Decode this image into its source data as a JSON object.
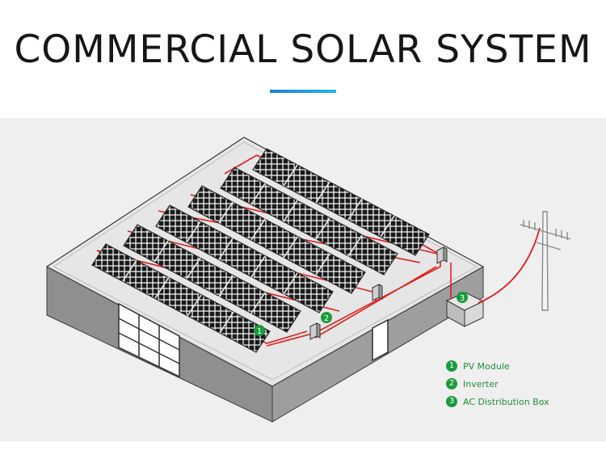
{
  "header": {
    "title": "COMMERCIAL SOLAR SYSTEM"
  },
  "colors": {
    "accent_start": "#1e7fd6",
    "accent_end": "#1fb6ea",
    "wire": "#e0201f",
    "marker": "#1a9b3c"
  },
  "markers": [
    {
      "number": "1",
      "component": "pv-module"
    },
    {
      "number": "2",
      "component": "inverter"
    },
    {
      "number": "3",
      "component": "ac-distribution-box"
    }
  ],
  "legend": {
    "items": [
      {
        "number": "1",
        "label": "PV Module"
      },
      {
        "number": "2",
        "label": "Inverter"
      },
      {
        "number": "3",
        "label": "AC Distribution Box"
      }
    ]
  }
}
